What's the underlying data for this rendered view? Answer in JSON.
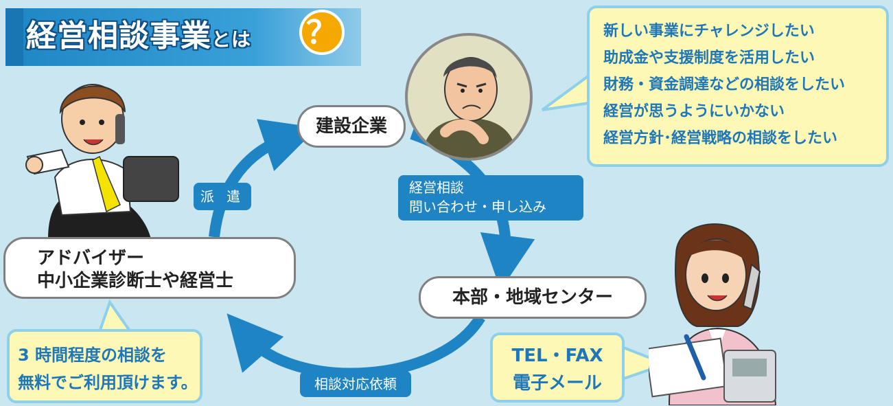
{
  "title": {
    "main": "経営相談事業",
    "suffix": "とは",
    "question": "？"
  },
  "nodes": {
    "company": "建設企業",
    "headquarters": "本部・地域センター",
    "advisor_line1": "アドバイザー",
    "advisor_line2": "中小企業診断士や経営士"
  },
  "arrows": {
    "dispatch": "派 遣",
    "inquiry_line1": "経営相談",
    "inquiry_line2": "問い合わせ・申し込み",
    "request": "相談対応依頼"
  },
  "needs": [
    "新しい事業にチャレンジしたい",
    "助成金や支援制度を活用したい",
    "財務・資金調達などの相談をしたい",
    "経営が思うようにいかない",
    "経営方針･経営戦略の相談をしたい"
  ],
  "free_consult": {
    "line1": "3 時間程度の相談を",
    "line2": "無料でご利用頂けます。"
  },
  "contact": {
    "line1": "TEL・FAX",
    "line2": "電子メール"
  },
  "colors": {
    "background": "#c9e6f1",
    "arrow": "#1e84c3",
    "note_bg": "#fdf8b5",
    "note_text": "#1d77b9"
  },
  "icons": [
    "worried-businessman-illustration",
    "businessman-on-phone-illustration",
    "operator-woman-illustration"
  ]
}
